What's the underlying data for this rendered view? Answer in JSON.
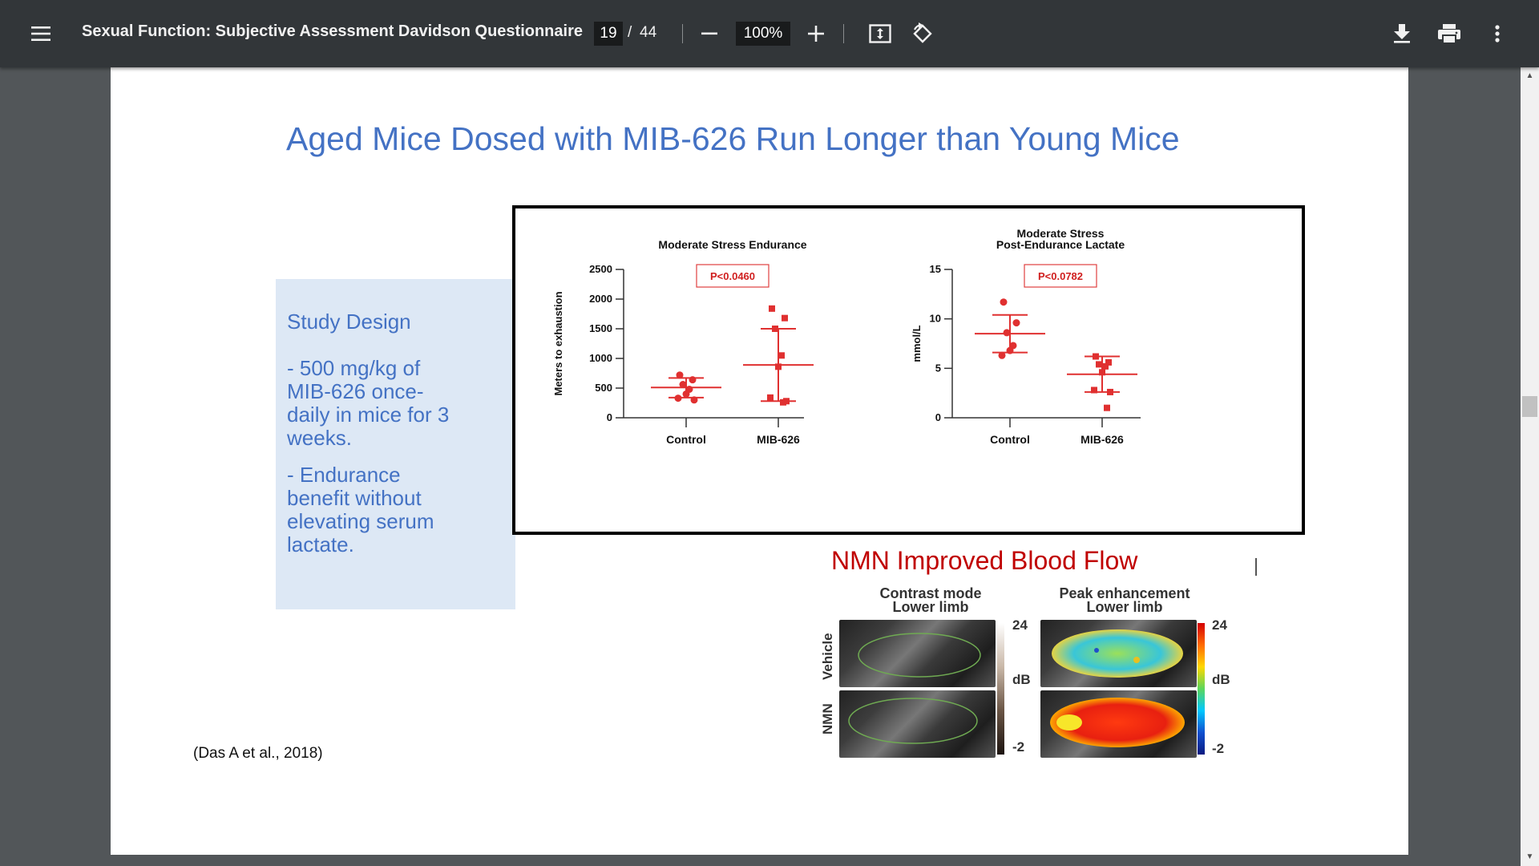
{
  "toolbar": {
    "title": "Sexual Function: Subjective Assessment Davidson Questionnaire",
    "page_current": "19",
    "page_separator": "/",
    "page_total": "44",
    "zoom": "100%",
    "icons": [
      "menu-icon",
      "zoom-out-icon",
      "zoom-in-icon",
      "fit-page-icon",
      "rotate-icon",
      "download-icon",
      "print-icon",
      "more-vert-icon"
    ]
  },
  "slide": {
    "title": "Aged Mice Dosed with MIB-626 Run Longer than Young Mice",
    "design": {
      "heading": "Study Design",
      "bullet1_lines": [
        "- 500 mg/kg of",
        "MIB-626 once-",
        "daily in mice for 3",
        "weeks."
      ],
      "bullet2_lines": [
        "- Endurance",
        "benefit without",
        "elevating serum",
        "lactate."
      ]
    },
    "citation": "(Das A et al., 2018)",
    "nmn": {
      "title": "NMN Improved Blood Flow",
      "col1_lines": [
        "Contrast mode",
        "Lower limb"
      ],
      "col2_lines": [
        "Peak enhancement",
        "Lower limb"
      ],
      "row1": "Vehicle",
      "row2": "NMN",
      "scale_top": "24",
      "scale_unit": "dB",
      "scale_bottom": "-2"
    }
  },
  "chart_data": [
    {
      "type": "scatter",
      "title": "Moderate Stress Endurance",
      "ylabel": "Meters to exhaustion",
      "ylim": [
        0,
        2500
      ],
      "yticks": [
        0,
        500,
        1000,
        1500,
        2000,
        2500
      ],
      "categories": [
        "Control",
        "MIB-626"
      ],
      "annotation": "P<0.0460",
      "color": "#e03030",
      "series": [
        {
          "category": "Control",
          "marker": "circle",
          "points": [
            720,
            640,
            560,
            480,
            400,
            330,
            300
          ],
          "mean": 510,
          "sd_low": 340,
          "sd_high": 670
        },
        {
          "category": "MIB-626",
          "marker": "square",
          "points": [
            1840,
            1680,
            1500,
            1050,
            860,
            340,
            280,
            260
          ],
          "mean": 890,
          "sd_low": 280,
          "sd_high": 1500
        }
      ]
    },
    {
      "type": "scatter",
      "title": "Moderate Stress Post-Endurance Lactate",
      "title_lines": [
        "Moderate Stress",
        "Post-Endurance Lactate"
      ],
      "ylabel": "mmol/L",
      "ylim": [
        0,
        15
      ],
      "yticks": [
        0,
        5,
        10,
        15
      ],
      "categories": [
        "Control",
        "MIB-626"
      ],
      "annotation": "P<0.0782",
      "color": "#e03030",
      "series": [
        {
          "category": "Control",
          "marker": "circle",
          "points": [
            11.7,
            9.6,
            8.6,
            7.3,
            6.8,
            6.3
          ],
          "mean": 8.5,
          "sd_low": 6.6,
          "sd_high": 10.4
        },
        {
          "category": "MIB-626",
          "marker": "square",
          "points": [
            6.2,
            5.6,
            5.4,
            5.2,
            4.6,
            2.8,
            2.6,
            1.0
          ],
          "mean": 4.4,
          "sd_low": 2.6,
          "sd_high": 6.2
        }
      ]
    }
  ]
}
